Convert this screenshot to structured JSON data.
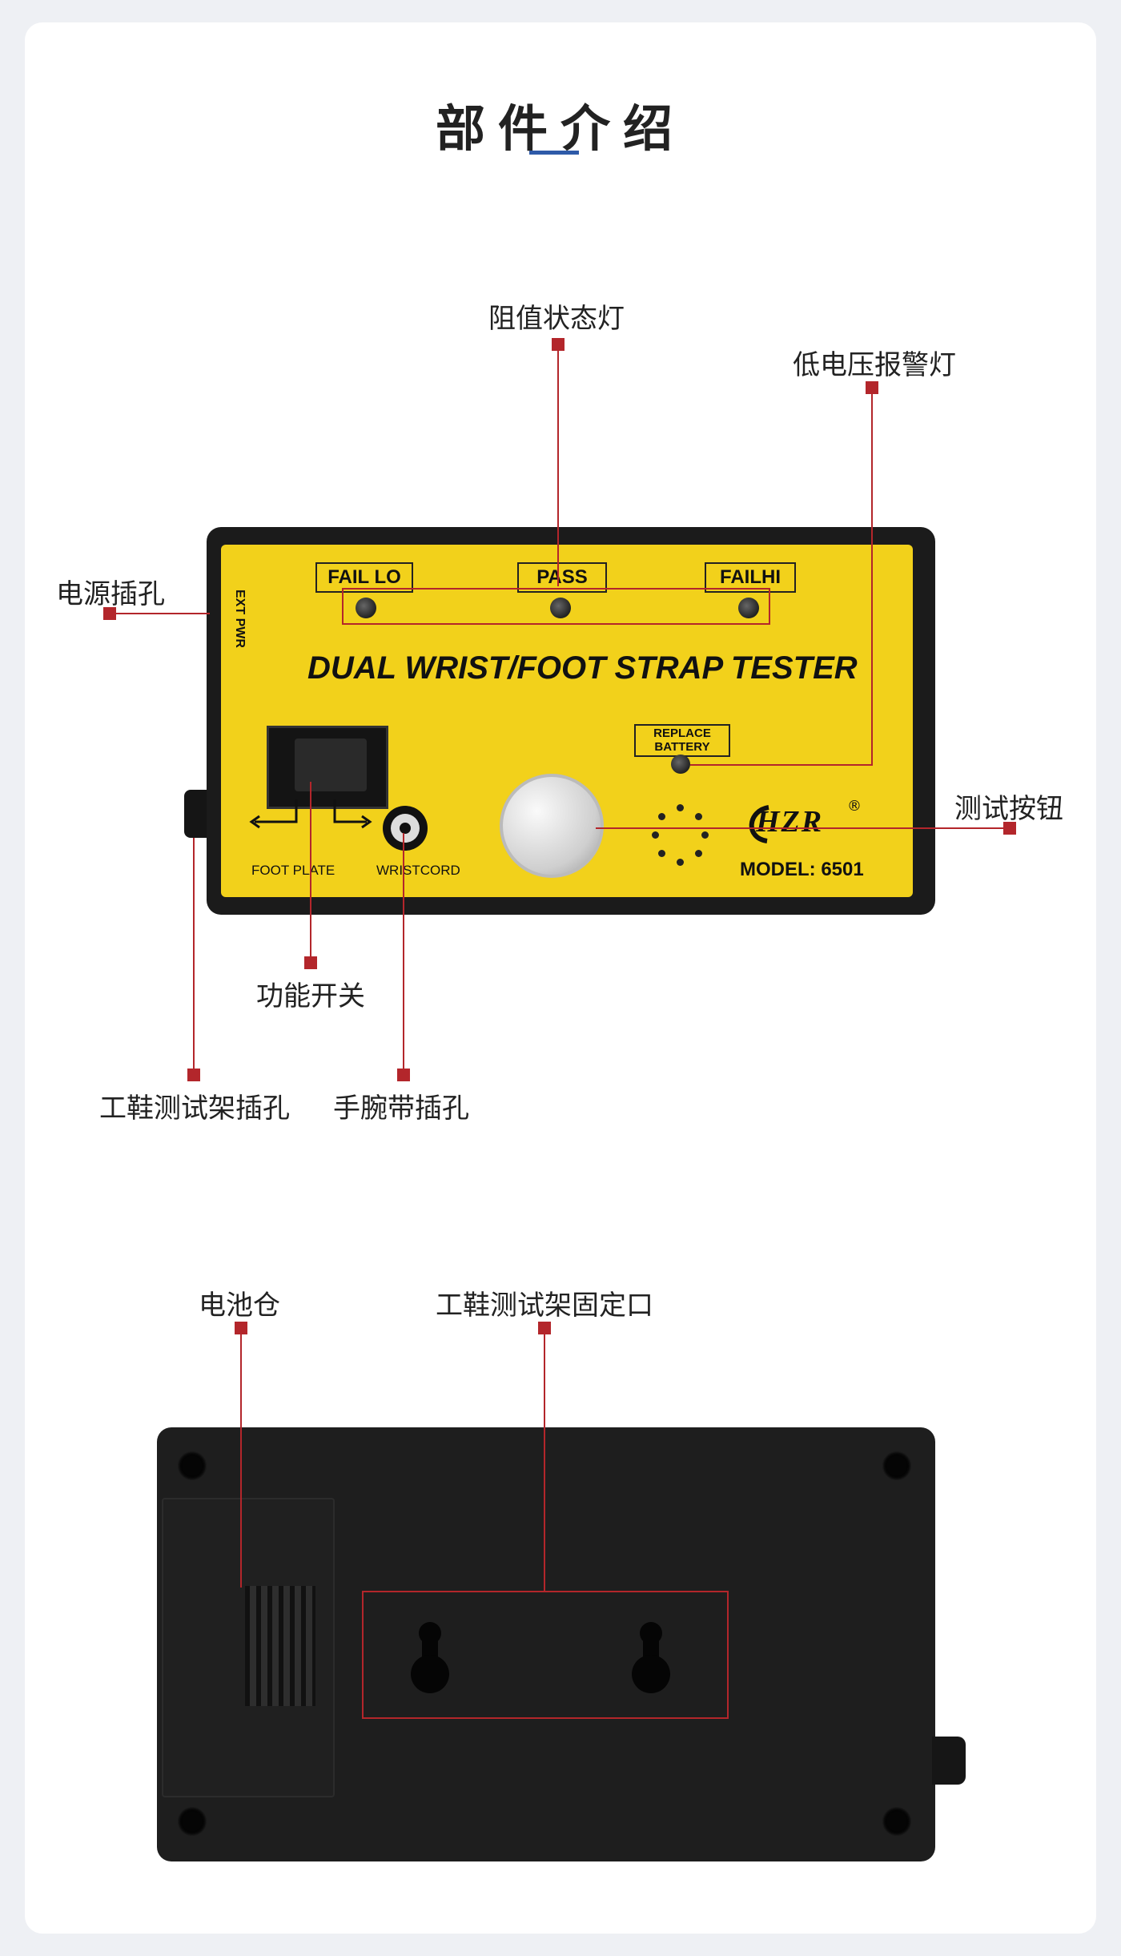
{
  "page": {
    "title": "部件介绍"
  },
  "callouts": {
    "resistance_light": "阻值状态灯",
    "low_voltage_light": "低电压报警灯",
    "power_jack": "电源插孔",
    "test_button": "测试按钮",
    "function_switch": "功能开关",
    "foot_tester_jack": "工鞋测试架插孔",
    "wrist_jack": "手腕带插孔",
    "battery_compartment": "电池仓",
    "foot_tester_mount": "工鞋测试架固定口"
  },
  "device_front": {
    "fail_lo": "FAIL LO",
    "pass": "PASS",
    "fail_hi": "FAILHI",
    "headline": "DUAL WRIST/FOOT STRAP TESTER",
    "replace_battery_line1": "REPLACE",
    "replace_battery_line2": "BATTERY",
    "ext_pwr": "EXT PWR",
    "foot_plate": "FOOT PLATE",
    "wristcord": "WRISTCORD",
    "brand": "HZR",
    "registered": "®",
    "model": "MODEL: 6501"
  },
  "colors": {
    "accent_bar": "#2e5aa8",
    "callout_red": "#b3262b",
    "panel_yellow": "#f2d11b"
  }
}
